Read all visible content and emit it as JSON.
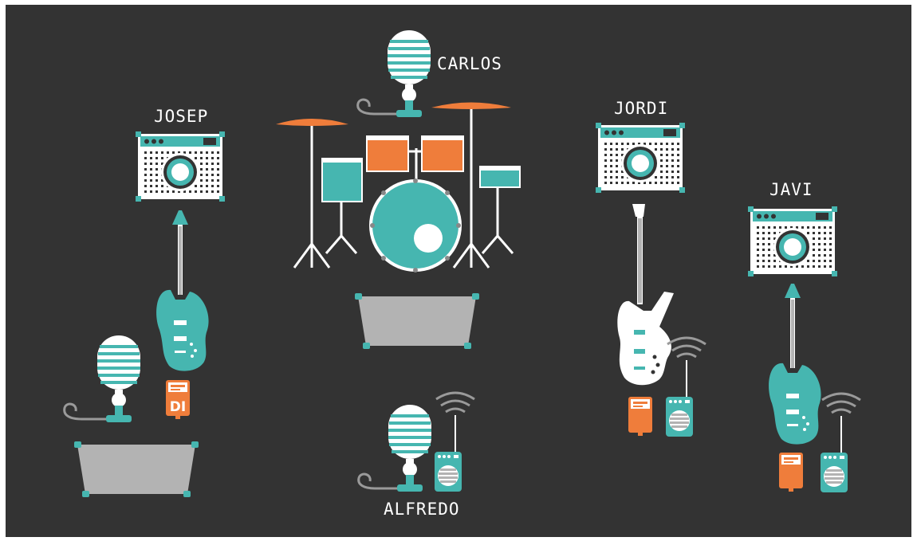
{
  "musicians": [
    {
      "name": "JOSEP"
    },
    {
      "name": "CARLOS"
    },
    {
      "name": "JORDI"
    },
    {
      "name": "JAVI"
    },
    {
      "name": "ALFREDO"
    }
  ],
  "pedal_label": "DI",
  "colors": {
    "background": "#333333",
    "teal": "#46b6b0",
    "orange": "#ef7d3b",
    "white": "#ffffff",
    "wedge": "#b3b3b3",
    "cable": "#9a9a9a"
  }
}
